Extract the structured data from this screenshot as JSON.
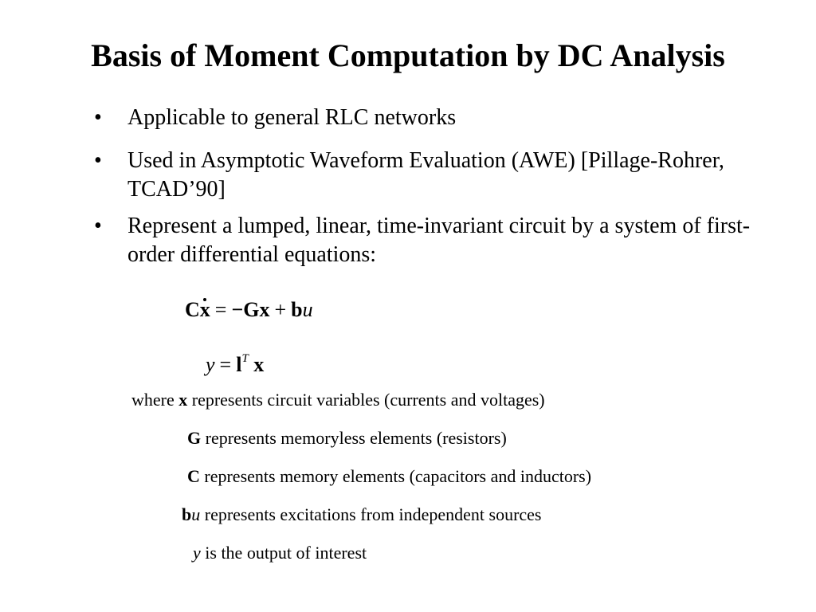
{
  "slide": {
    "title": "Basis of Moment Computation by DC Analysis",
    "bullets": [
      {
        "marker": "•",
        "text": "Applicable to general RLC networks"
      },
      {
        "marker": "•",
        "text": "Used in Asymptotic Waveform Evaluation (AWE) [Pillage-Rohrer, TCAD’90]"
      },
      {
        "marker": "•",
        "text": "Represent a lumped, linear, time-invariant circuit by a system of first-order differential equations:"
      }
    ],
    "equations": {
      "eq1": {
        "C": "C",
        "x_dot": "x",
        "equals": "=",
        "minus_G": "−G",
        "x": "x",
        "plus": "+",
        "b": "b",
        "u": "u"
      },
      "eq2": {
        "y": "y",
        "equals": "=",
        "l": "l",
        "T": "T",
        "x": "x"
      }
    },
    "definitions": {
      "d1": {
        "prefix": "where ",
        "symbol": "x",
        "text": " represents circuit variables (currents and voltages)"
      },
      "d2": {
        "symbol": "G",
        "text": " represents memoryless elements (resistors)"
      },
      "d3": {
        "symbol": "C",
        "text": " represents memory elements (capacitors and inductors)"
      },
      "d4": {
        "symbol_b": "b",
        "symbol_u": "u",
        "text": " represents excitations from independent sources"
      },
      "d5": {
        "symbol": "y",
        "text": " is the output of interest"
      }
    }
  }
}
